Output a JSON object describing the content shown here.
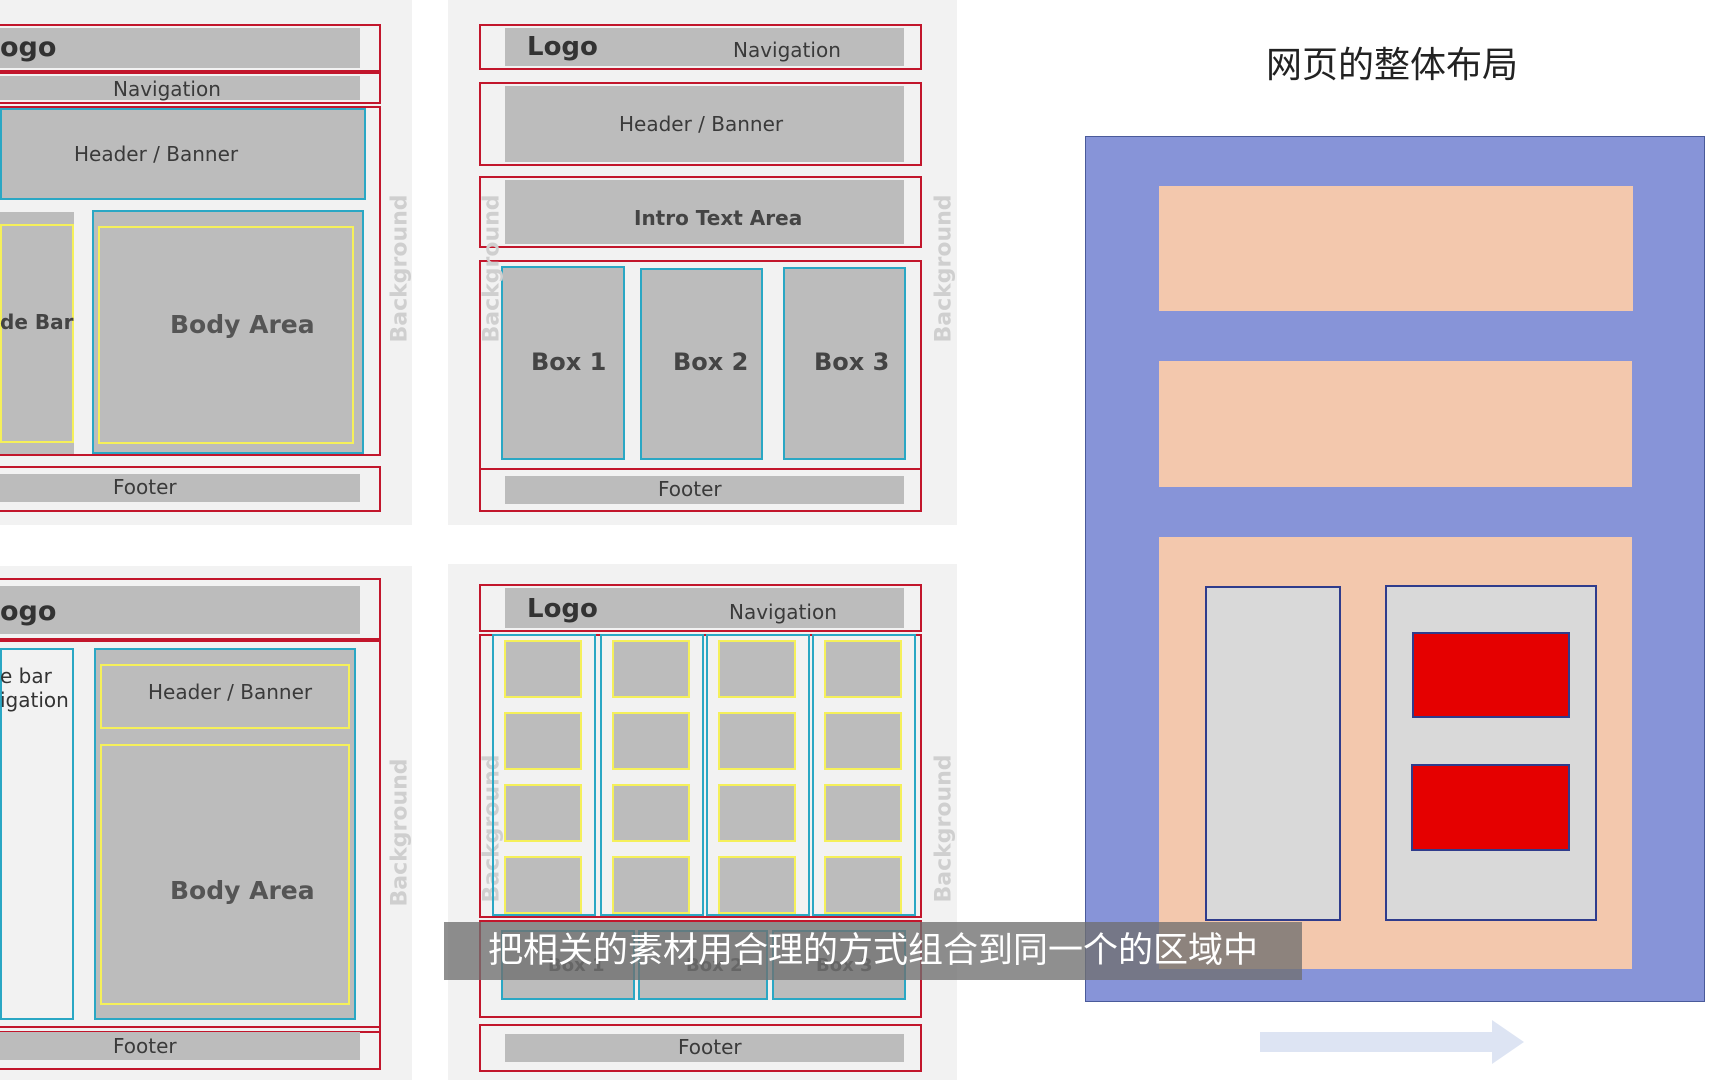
{
  "layouts": {
    "logo": "Logo",
    "logo_cut": "ogo",
    "navigation": "Navigation",
    "header_banner": "Header / Banner",
    "body_area": "Body Area",
    "side_bar_cut": "de Bar",
    "side_nav_line1": "e bar",
    "side_nav_line2": "igation",
    "footer": "Footer",
    "background": "Background",
    "intro_text": "Intro Text Area",
    "box1": "Box 1",
    "box2": "Box 2",
    "box3": "Box 3"
  },
  "diagram": {
    "title": "网页的整体布局",
    "colors": {
      "outer": "#8794d8",
      "section": "#f3c8ad",
      "column": "#d9d9d9",
      "block": "#e50000"
    }
  },
  "subtitle": "把相关的素材用合理的方式组合到同一个的区域中"
}
